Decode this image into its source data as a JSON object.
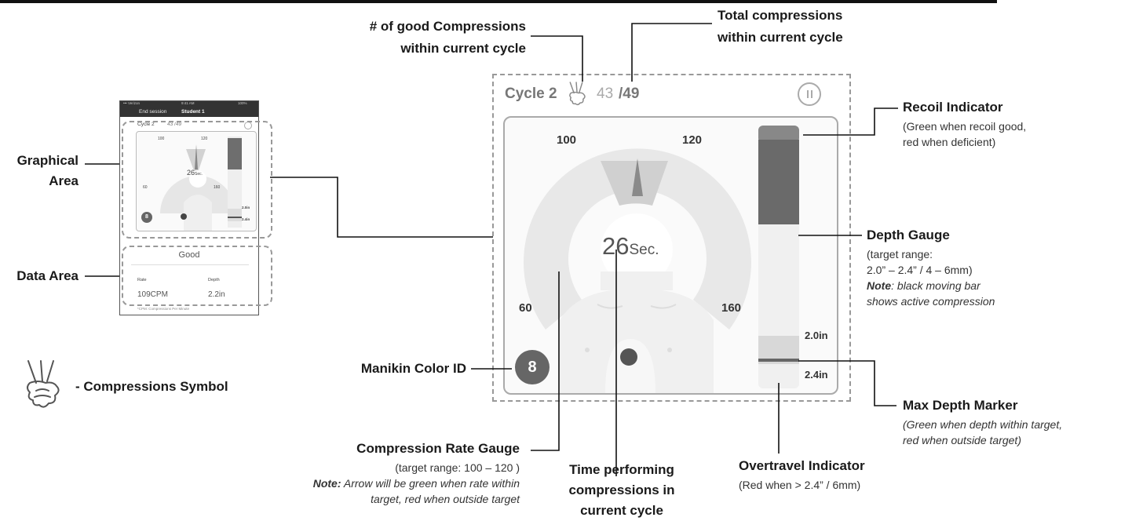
{
  "labels": {
    "good_compressions": [
      "# of good Compressions",
      "within current cycle"
    ],
    "total_compressions": [
      "Total compressions",
      "within current cycle"
    ],
    "recoil_title": "Recoil Indicator",
    "recoil_desc": [
      "(Green when recoil good,",
      "red when deficient)"
    ],
    "depth_title": "Depth Gauge",
    "depth_desc": [
      "(target range:",
      "2.0” – 2.4” / 4 – 6mm)"
    ],
    "depth_note_label": "Note",
    "depth_note": [
      ": black moving bar",
      "shows active compression"
    ],
    "max_depth_title": "Max Depth Marker",
    "max_depth_desc": [
      "(Green when depth within target,",
      "red when outside target)"
    ],
    "overtravel_title": "Overtravel  Indicator",
    "overtravel_desc": "(Red when > 2.4” / 6mm)",
    "time_title": [
      "Time performing",
      "compressions in",
      "current cycle"
    ],
    "rate_title": "Compression Rate Gauge",
    "rate_desc": "(target range: 100 – 120 )",
    "rate_note_label": "Note:",
    "rate_note": [
      " Arrow will be green when rate within",
      "target, red when outside target"
    ],
    "manikin_color_id": "Manikin Color ID",
    "graphical_area": [
      "Graphical",
      "Area"
    ],
    "data_area": "Data Area",
    "compressions_symbol": "- Compressions Symbol"
  },
  "large_panel": {
    "cycle": "Cycle 2",
    "good_count": "43",
    "total_count": "/49",
    "rate_min_label": "60",
    "rate_low_label": "100",
    "rate_high_label": "120",
    "rate_max_label": "160",
    "time_value": "26",
    "time_unit": "Sec.",
    "manikin_id": "8",
    "depth_upper": "2.0in",
    "depth_lower": "2.4in"
  },
  "phone": {
    "status_left": "••• Verizon",
    "status_time": "9:41 AM",
    "status_right": "100%",
    "end_session": "End session",
    "student": "Student 1",
    "cycle": "Cycle 2",
    "counts": "43 /49",
    "g100": "100",
    "g120": "120",
    "g60": "60",
    "g160": "160",
    "time": "26",
    "time_unit": "Sec.",
    "depth1": "2.0in",
    "depth2": "2.4in",
    "manikin_id": "8",
    "status": "Good",
    "rate_label": "Rate",
    "depth_label": "Depth",
    "rate_value": "109CPM",
    "depth_value": "2.2in",
    "footnote": "*CPM: Compressions Per Minute"
  },
  "colors": {
    "panel_border": "#999999",
    "gauge_bg": "#e8e8e8",
    "gauge_target": "#d0d0d0",
    "arrow": "#8a8a8a",
    "bar_dark": "#6a6a6a",
    "bar_light": "#f0f0f0",
    "badge": "#666666"
  }
}
